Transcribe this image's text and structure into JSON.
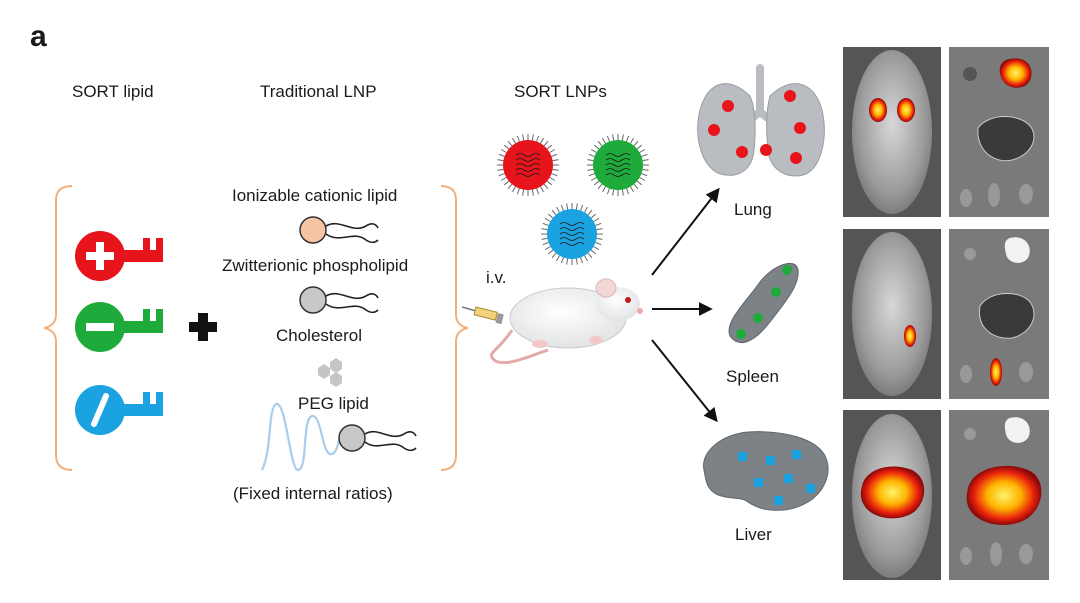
{
  "panel_label": "a",
  "headers": {
    "sort_lipid": "SORT lipid",
    "traditional_lnp": "Traditional LNP",
    "sort_lnps": "SORT LNPs"
  },
  "lnp_components": {
    "ionizable": "Ionizable cationic lipid",
    "zwitterionic": "Zwitterionic phospholipid",
    "cholesterol": "Cholesterol",
    "peg": "PEG lipid",
    "ratios": "(Fixed internal ratios)"
  },
  "route": "i.v.",
  "organs": {
    "lung": "Lung",
    "spleen": "Spleen",
    "liver": "Liver"
  },
  "colors": {
    "red": "#e8141c",
    "green": "#1faa3c",
    "blue": "#1aa3e0",
    "bracket": "#f0b07a",
    "organ": "#b9bcc0"
  }
}
